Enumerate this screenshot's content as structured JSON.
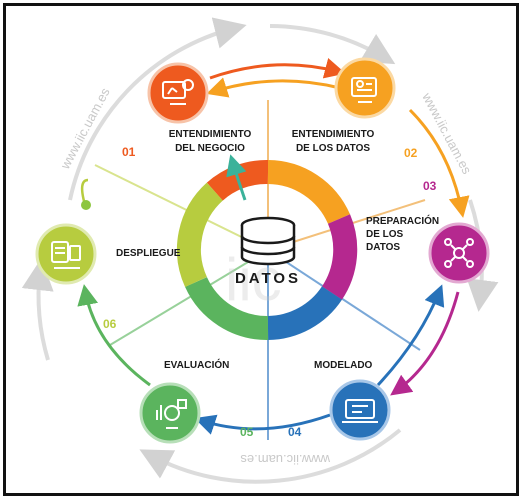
{
  "center": {
    "label": "DATOS"
  },
  "watermark": {
    "url_left": "www.iic.uam.es",
    "url_right": "www.iic.uam.es",
    "url_bottom": "www.iic.uam.es",
    "logo": "iic"
  },
  "phases": [
    {
      "num": "01",
      "line1": "ENTENDIMIENTO",
      "line2": "DEL NEGOCIO",
      "line3": "",
      "color": "#ee5a1f"
    },
    {
      "num": "02",
      "line1": "ENTENDIMIENTO",
      "line2": "DE LOS DATOS",
      "line3": "",
      "color": "#f6a121"
    },
    {
      "num": "03",
      "line1": "PREPARACIÓN",
      "line2": "DE LOS",
      "line3": "DATOS",
      "color": "#b5288f"
    },
    {
      "num": "04",
      "line1": "MODELADO",
      "line2": "",
      "line3": "",
      "color": "#2872b9"
    },
    {
      "num": "05",
      "line1": "EVALUACIÓN",
      "line2": "",
      "line3": "",
      "color": "#5bb45e"
    },
    {
      "num": "06",
      "line1": "DESPLIEGUE",
      "line2": "",
      "line3": "",
      "color": "#b7cc3f"
    }
  ],
  "icons": [
    "business-icon",
    "data-analysis-icon",
    "data-preparation-icon",
    "modeling-icon",
    "evaluation-icon",
    "deployment-icon"
  ]
}
